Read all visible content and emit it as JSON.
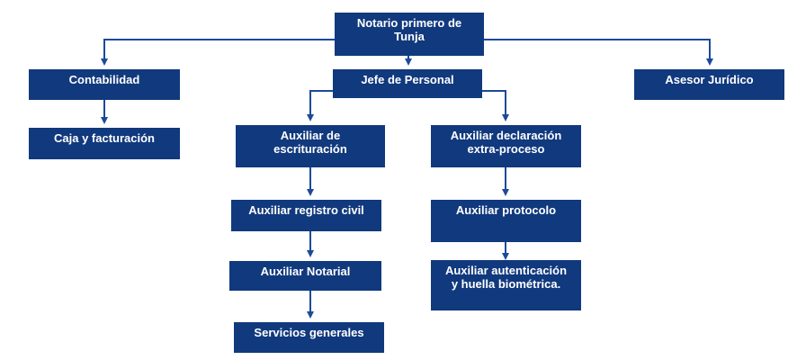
{
  "org_chart": {
    "colors": {
      "box_fill": "#11397d",
      "box_text": "#ffffff",
      "connector": "#1b4a98"
    },
    "nodes": {
      "notario": "Notario primero de\nTunja",
      "contabilidad": "Contabilidad",
      "jefe_personal": "Jefe de Personal",
      "asesor_juridico": "Asesor Jurídico",
      "caja_facturacion": "Caja y facturación",
      "auxiliar_escrituracion": "Auxiliar de\nescrituración",
      "auxiliar_declaracion": "Auxiliar declaración\nextra-proceso",
      "auxiliar_registro_civil": "Auxiliar registro civil",
      "auxiliar_protocolo": "Auxiliar protocolo",
      "auxiliar_notarial": "Auxiliar Notarial",
      "auxiliar_autenticacion": "Auxiliar autenticación\ny huella biométrica.",
      "servicios_generales": "Servicios generales"
    }
  }
}
